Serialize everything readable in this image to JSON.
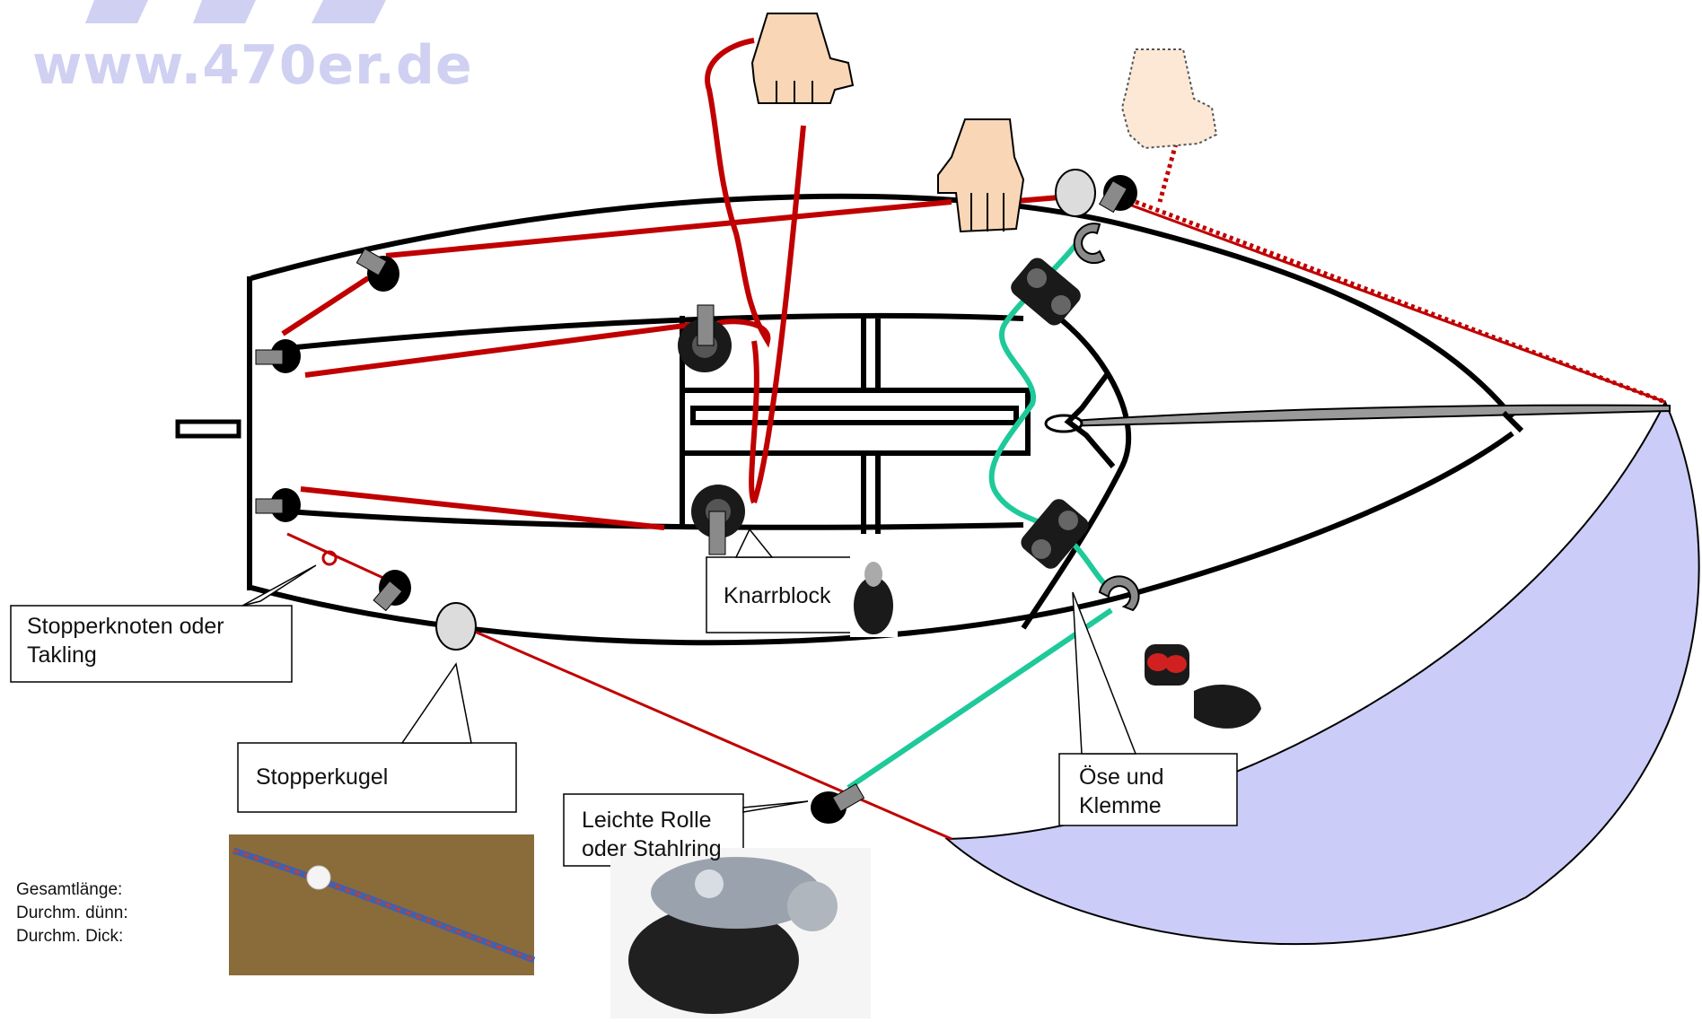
{
  "watermark": {
    "text": "www.470er.de"
  },
  "labels": {
    "stopperknoten": "Stopperknoten oder\nTakling",
    "stopperkugel": "Stopperkugel",
    "knarrblock": "Knarrblock",
    "ose_klemme": "Öse und\n Klemme",
    "rolle": "Leichte Rolle\noder Stahlring"
  },
  "specs": [
    "Gesamtlänge:",
    "Durchm. dünn:",
    "Durchm. Dick:"
  ],
  "colors": {
    "hull": "#000000",
    "red_line": "#c00000",
    "green_line": "#1ec99a",
    "sail": "#ccccf8",
    "fitting_gray": "#8a8a8a",
    "hand": "#f9d6b6"
  }
}
